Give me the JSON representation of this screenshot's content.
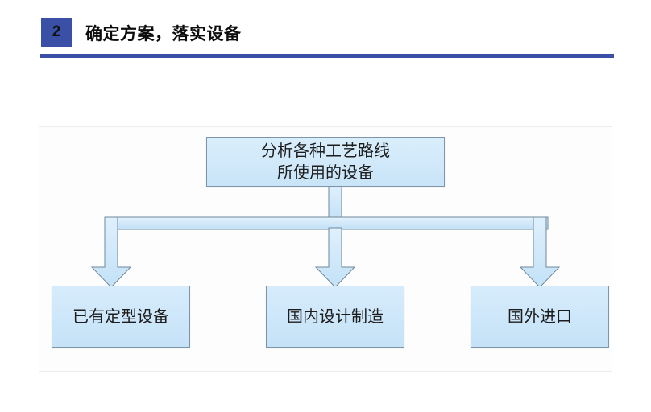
{
  "header": {
    "step_number": "2",
    "title": "确定方案，落实设备",
    "accent_color": "#3a50a6",
    "rule_color": "#3a50a6"
  },
  "diagram": {
    "type": "flowchart",
    "orientation": "top-down-fan-out",
    "panel_background": "#fdfdfd",
    "node_fill": "#cfe8fa",
    "node_border": "#7e94a8",
    "connector_fill": "#cde7f9",
    "connector_border": "#6f889c",
    "root": {
      "name": "analyze-equipment",
      "lines": [
        "分析各种工艺路线",
        "所使用的设备"
      ]
    },
    "children": [
      {
        "name": "existing-equipment",
        "label": "已有定型设备"
      },
      {
        "name": "domestic-manufacture",
        "label": "国内设计制造"
      },
      {
        "name": "foreign-import",
        "label": "国外进口"
      }
    ]
  }
}
